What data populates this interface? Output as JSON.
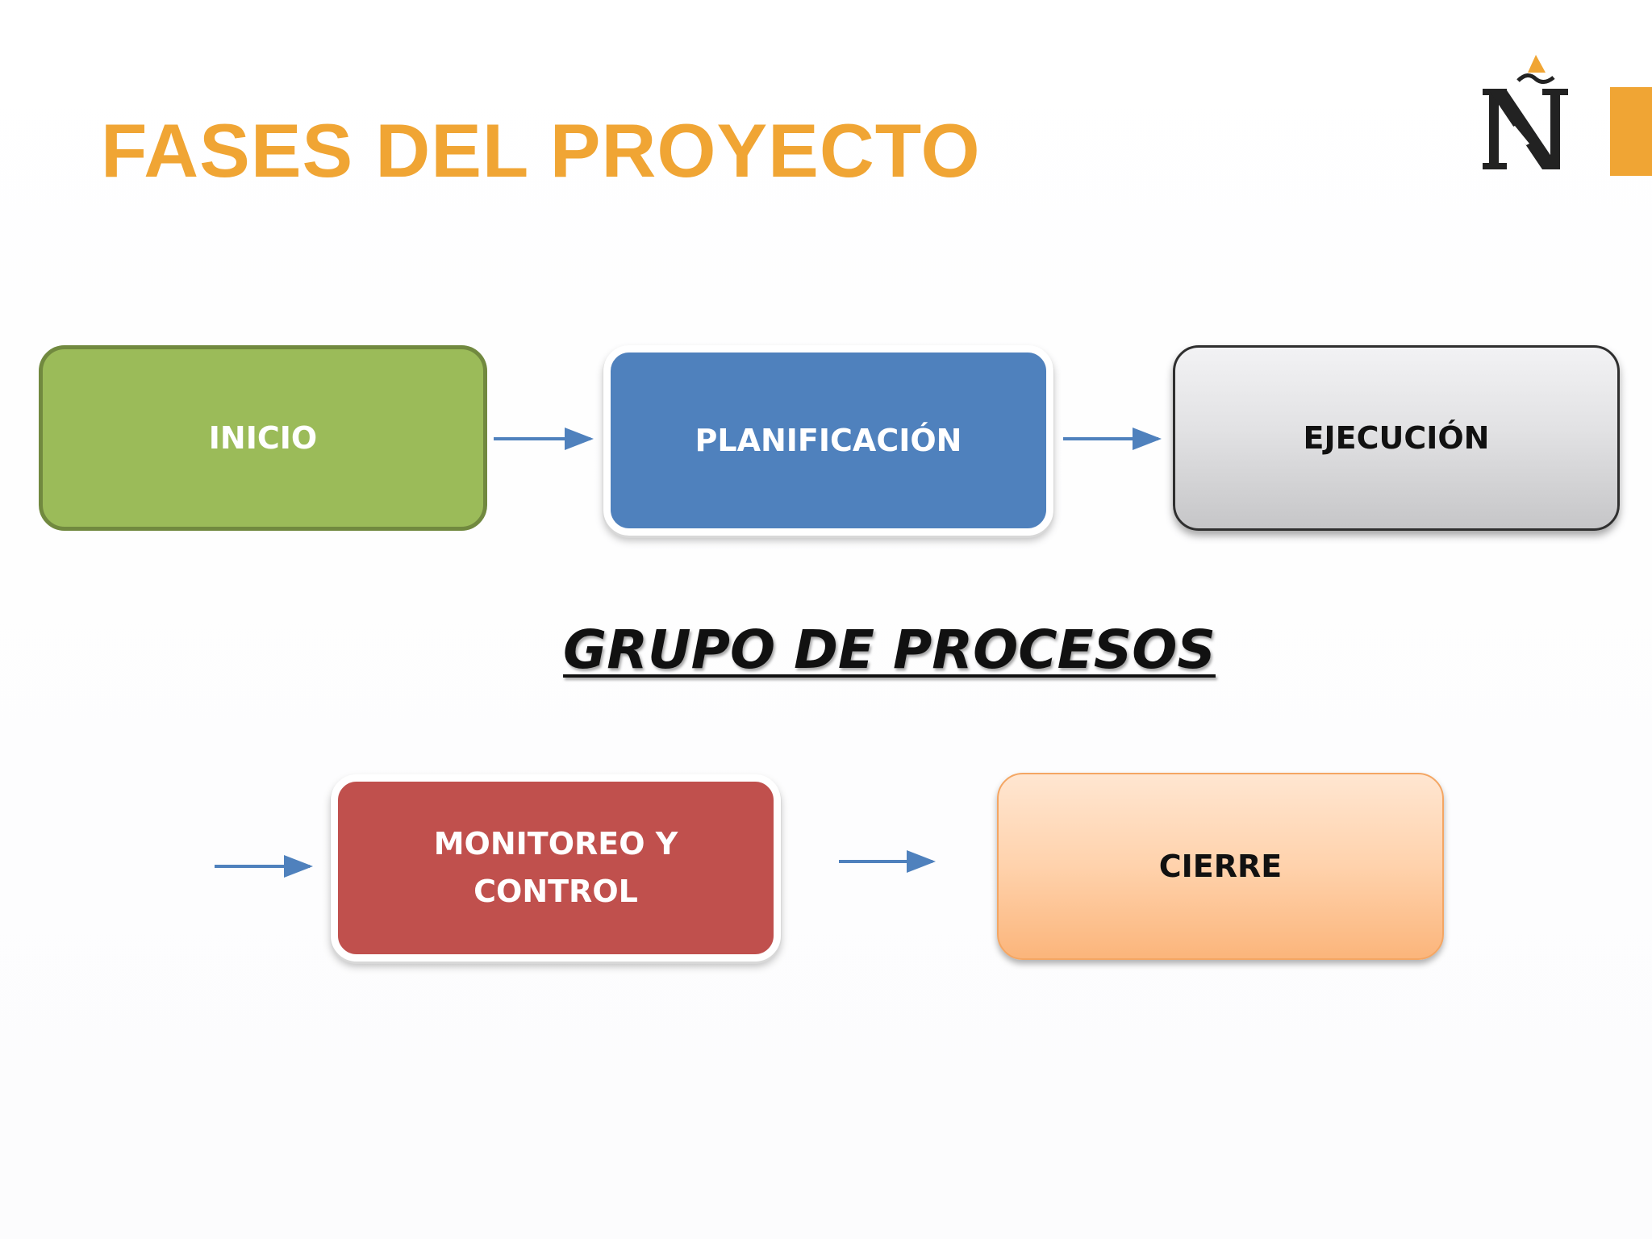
{
  "slide": {
    "title": "FASES DEL PROYECTO",
    "subtitle": "GRUPO DE PROCESOS"
  },
  "phases": [
    {
      "label_lines": [
        "INICIO"
      ],
      "fill": "#9bbb59"
    },
    {
      "label_lines": [
        "PLANIFICACIÓN"
      ],
      "fill": "#4f81bd"
    },
    {
      "label_lines": [
        "EJECUCIÓN"
      ],
      "fill": "#d9d9d9"
    },
    {
      "label_lines": [
        "MONITOREO Y",
        "CONTROL"
      ],
      "fill": "#c0504d"
    },
    {
      "label_lines": [
        "CIERRE"
      ],
      "fill": "#fcd5b5"
    }
  ],
  "logo": {
    "icon": "n-tilde-logo-icon",
    "colors": {
      "letter": "#222222",
      "accent": "#f0a534"
    }
  },
  "colors": {
    "title": "#f0a534",
    "arrow": "#4f81bd",
    "corner_accent": "#f0a534"
  }
}
